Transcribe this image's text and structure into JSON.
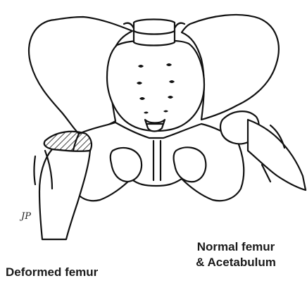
{
  "labels": {
    "normal_line1": "Normal femur",
    "normal_line2": "& Acetabulum",
    "deformed": "Deformed femur"
  },
  "signature": "JP"
}
